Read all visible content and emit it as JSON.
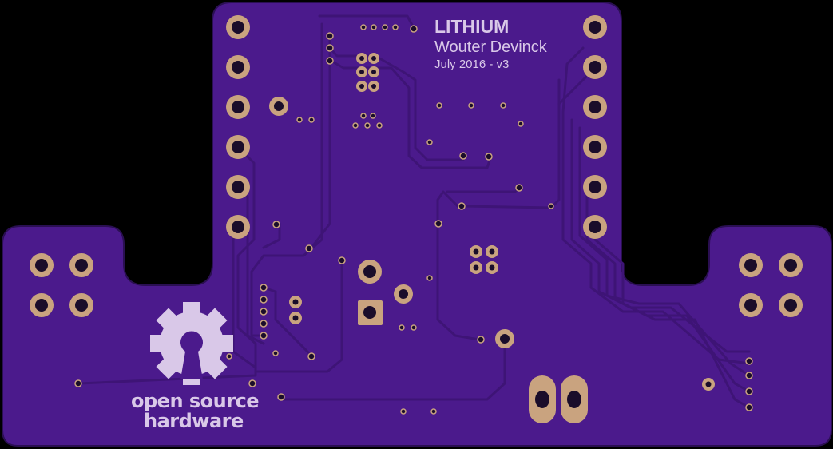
{
  "board": {
    "title": "LITHIUM",
    "author": "Wouter Devinck",
    "version": "July 2016 - v3",
    "logo_line1": "open source",
    "logo_line2": "hardware"
  },
  "colors": {
    "background": "#000000",
    "board": "#4b1a8c",
    "trace": "#3f1578",
    "silkscreen": "#d9c8e8",
    "pad": "#c9a37f",
    "hole": "#1a0d2a"
  },
  "icons": {
    "logo": "open-source-hardware-gear-icon"
  }
}
